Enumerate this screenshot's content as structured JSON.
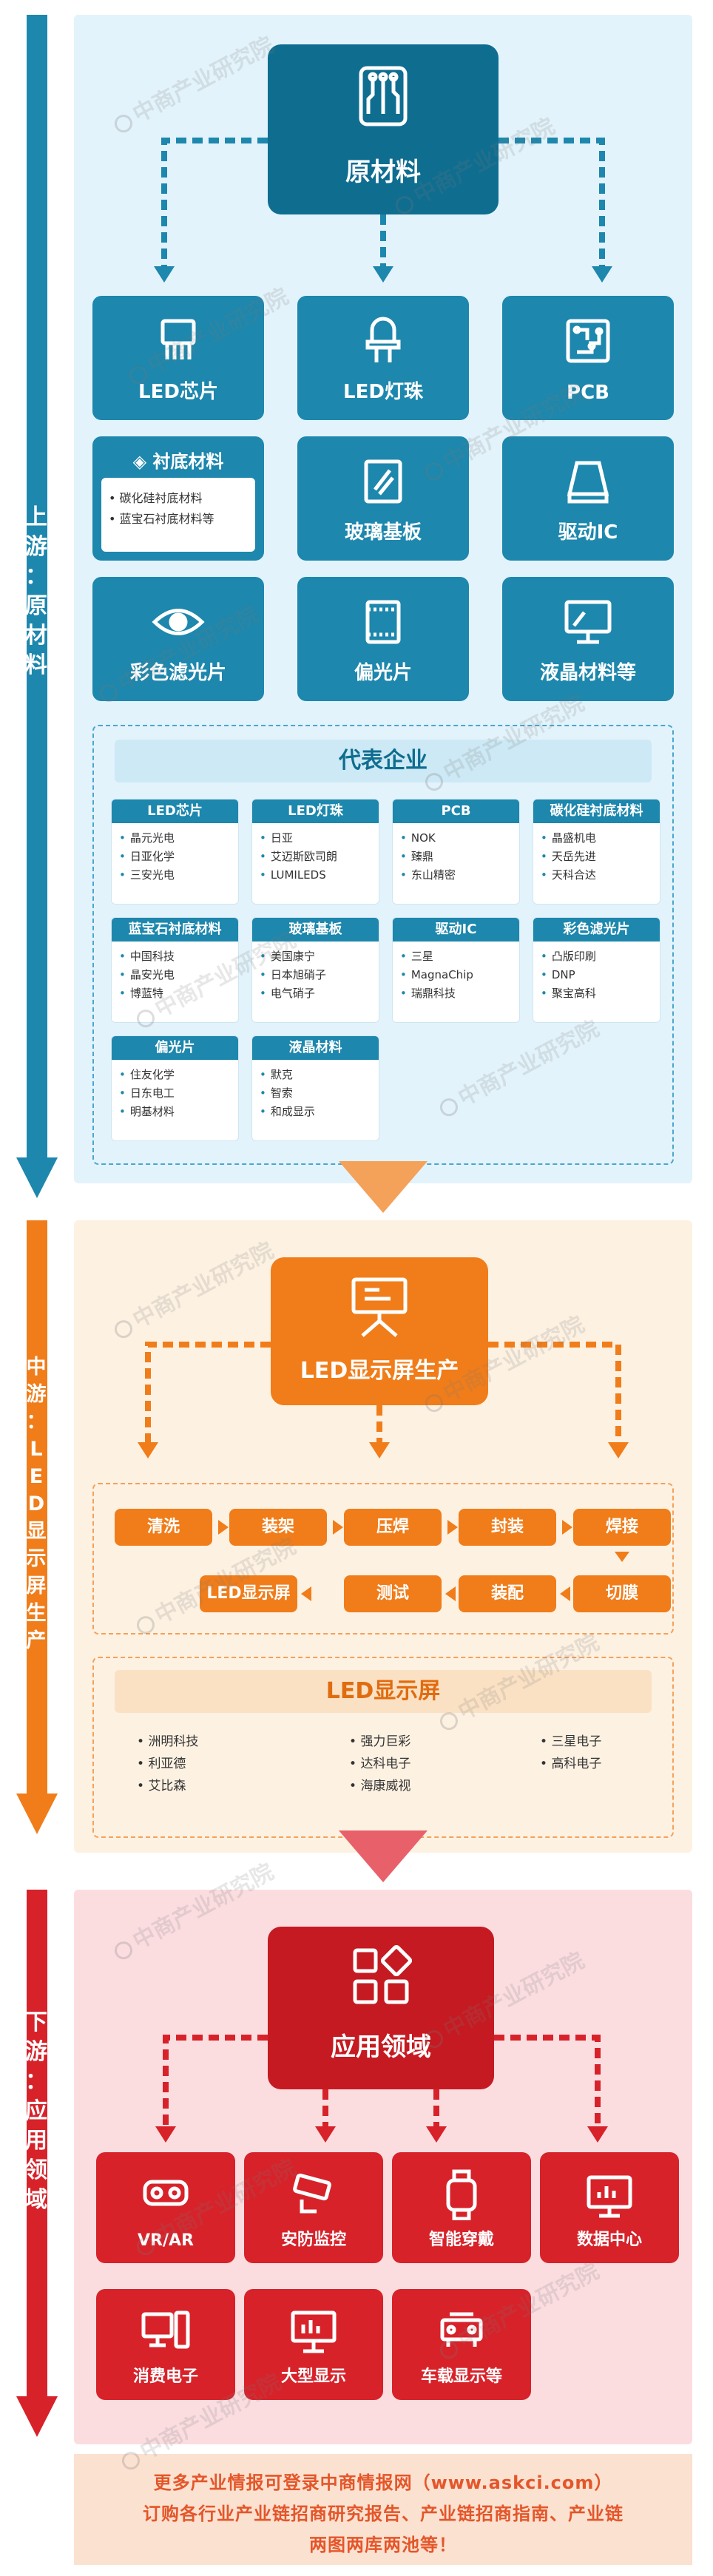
{
  "stages": {
    "upstream": {
      "chars": [
        "上",
        "游",
        "：",
        "原",
        "材",
        "料"
      ],
      "color": "#1d87ad"
    },
    "midstream": {
      "chars": [
        "中",
        "游",
        "：",
        "L",
        "E",
        "D",
        "显",
        "示",
        "屏",
        "生",
        "产"
      ],
      "color": "#f07d1a"
    },
    "downstream": {
      "chars": [
        "下",
        "游",
        "：",
        "应",
        "用",
        "领",
        "域"
      ],
      "color": "#d7222a"
    }
  },
  "upstream": {
    "hub_label": "原材料",
    "tiles": [
      {
        "label": "LED芯片",
        "icon": "chip-icon"
      },
      {
        "label": "LED灯珠",
        "icon": "led-bulb-icon"
      },
      {
        "label": "PCB",
        "icon": "pcb-icon"
      },
      {
        "label": "玻璃基板",
        "icon": "glass-substrate-icon"
      },
      {
        "label": "驱动IC",
        "icon": "driver-ic-icon"
      },
      {
        "label": "彩色滤光片",
        "icon": "color-filter-icon"
      },
      {
        "label": "偏光片",
        "icon": "polarizer-icon"
      },
      {
        "label": "液晶材料等",
        "icon": "lcd-monitor-icon"
      }
    ],
    "substrate": {
      "title": "衬底材料",
      "items": [
        "碳化硅衬底材料",
        "蓝宝石衬底材料等"
      ]
    },
    "companies_title": "代表企业",
    "companies": [
      {
        "title": "LED芯片",
        "items": [
          "晶元光电",
          "日亚化学",
          "三安光电"
        ]
      },
      {
        "title": "LED灯珠",
        "items": [
          "日亚",
          "艾迈斯欧司朗",
          "LUMILEDS"
        ]
      },
      {
        "title": "PCB",
        "items": [
          "NOK",
          "臻鼎",
          "东山精密"
        ]
      },
      {
        "title": "碳化硅衬底材料",
        "items": [
          "晶盛机电",
          "天岳先进",
          "天科合达"
        ]
      },
      {
        "title": "蓝宝石衬底材料",
        "items": [
          "中国科技",
          "晶安光电",
          "博蓝特"
        ]
      },
      {
        "title": "玻璃基板",
        "items": [
          "美国康宁",
          "日本旭硝子",
          "电气硝子"
        ]
      },
      {
        "title": "驱动IC",
        "items": [
          "三星",
          "MagnaChip",
          "瑞鼎科技"
        ]
      },
      {
        "title": "彩色滤光片",
        "items": [
          "凸版印刷",
          "DNP",
          "聚宝高科"
        ]
      },
      {
        "title": "偏光片",
        "items": [
          "住友化学",
          "日东电工",
          "明基材料"
        ]
      },
      {
        "title": "液晶材料",
        "items": [
          "默克",
          "智索",
          "和成显示"
        ]
      }
    ]
  },
  "midstream": {
    "hub_label": "LED显示屏生产",
    "process_row1": [
      "清洗",
      "装架",
      "压焊",
      "封装",
      "焊接"
    ],
    "process_row2": [
      "LED显示屏",
      "测试",
      "装配",
      "切膜"
    ],
    "companies_title": "LED显示屏",
    "companies_col1": [
      "洲明科技",
      "利亚德",
      "艾比森"
    ],
    "companies_col2": [
      "强力巨彩",
      "达科电子",
      "海康威视"
    ],
    "companies_col3": [
      "三星电子",
      "高科电子"
    ]
  },
  "downstream": {
    "hub_label": "应用领域",
    "apps_row1": [
      {
        "label": "VR/AR",
        "icon": "vr-headset-icon"
      },
      {
        "label": "安防监控",
        "icon": "security-camera-icon"
      },
      {
        "label": "智能穿戴",
        "icon": "smartwatch-icon"
      },
      {
        "label": "数据中心",
        "icon": "data-center-icon"
      }
    ],
    "apps_row2": [
      {
        "label": "消费电子",
        "icon": "computer-icon"
      },
      {
        "label": "大型显示",
        "icon": "large-display-icon"
      },
      {
        "label": "车载显示等",
        "icon": "car-display-icon"
      }
    ]
  },
  "footer": {
    "line1": "更多产业情报可登录中商情报网（www.askci.com）",
    "line2": "订购各行业产业链招商研究报告、产业链招商指南、产业链",
    "line3": "两图两库两池等！"
  },
  "watermark": "中商产业研究院",
  "colors": {
    "blue": "#1d87ad",
    "orange": "#f07d1a",
    "red": "#d7222a"
  }
}
